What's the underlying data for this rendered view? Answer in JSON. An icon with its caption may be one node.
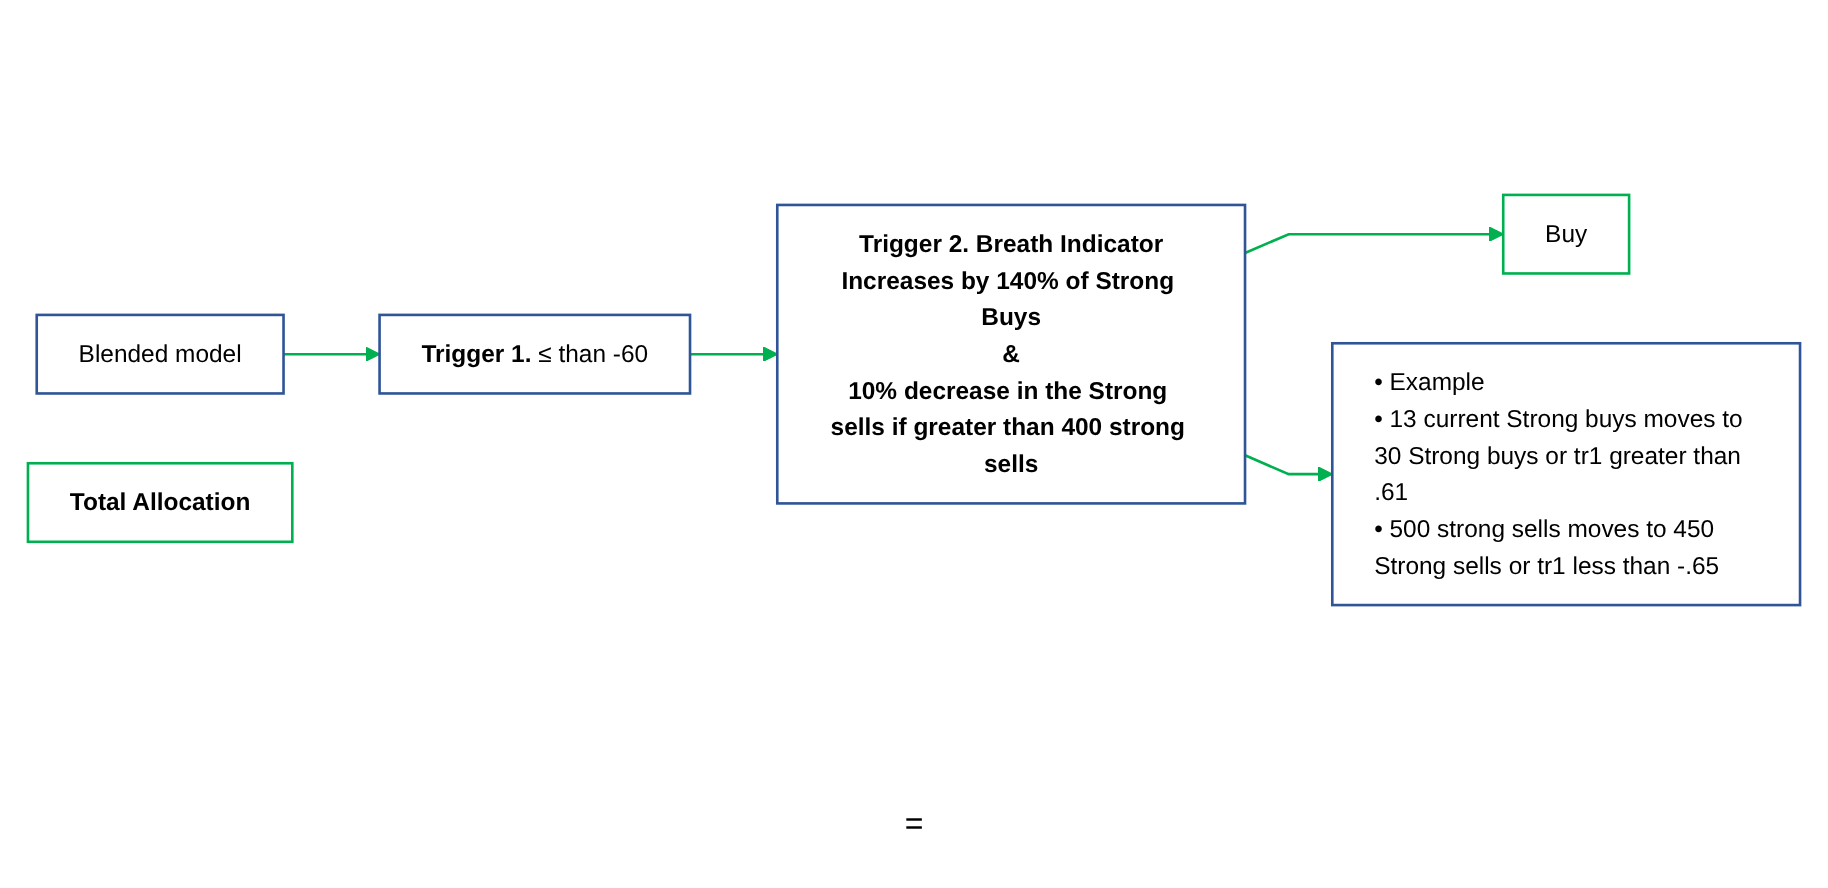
{
  "diagram": {
    "nodes": [
      {
        "text": [
          "Blended model"
        ]
      },
      {
        "text": [
          "**Trigger 1.** ≤ than -60"
        ]
      },
      {
        "text": [
          "Trigger 2. Breath Indicator",
          "Increases by 140% of Strong Buys",
          "&",
          "10% decrease in the Strong sells if greater than 400 strong sells"
        ]
      },
      {
        "text": [
          "Buy"
        ]
      },
      {
        "text": [
          "Total Allocation"
        ]
      },
      {
        "text": [
          "• Example",
          "• 13 current Strong buys moves to 30 Strong buys or tr1 greater than .61",
          "• 500 strong sells moves to 450 Strong sells or tr1 less than -.65"
        ]
      }
    ],
    "edges": [
      {
        "from": 0,
        "to": 1,
        "arrow": "to"
      },
      {
        "from": 1,
        "to": 2,
        "arrow": "to"
      },
      {
        "from": 2,
        "to": 3,
        "arrow": "to"
      },
      {
        "from": 2,
        "to": 5,
        "arrow": "to"
      }
    ],
    "labels": [
      "="
    ]
  }
}
